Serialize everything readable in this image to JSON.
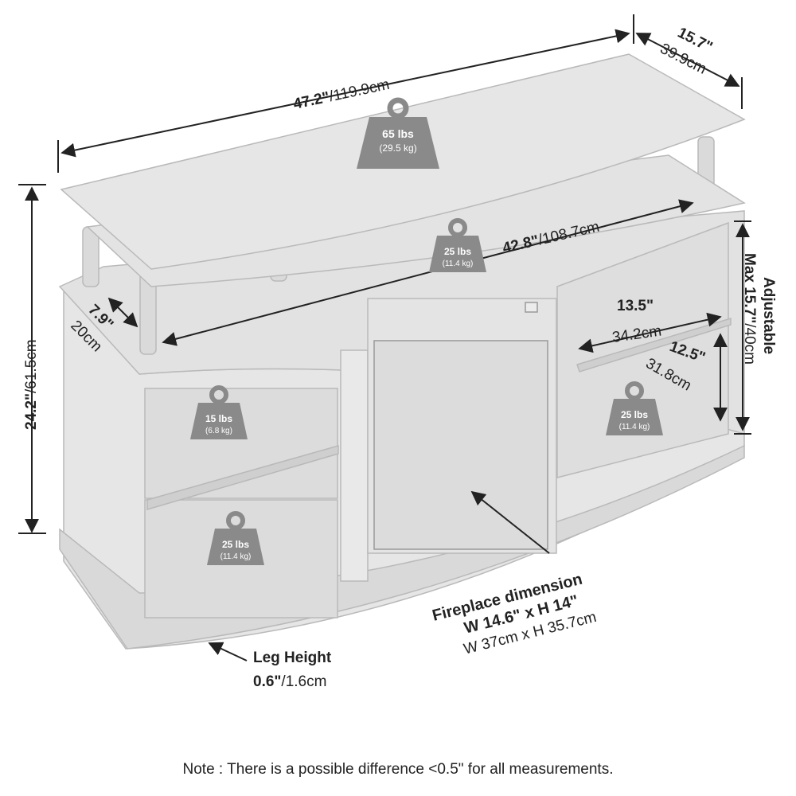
{
  "dimensions": {
    "width_in": "47.2\"",
    "width_cm": "/119.9cm",
    "depth_in": "15.7\"",
    "depth_cm": "39.9cm",
    "inner_width_in": "42.8\"",
    "inner_width_cm": "/108.7cm",
    "height_in": "24.2\"",
    "height_cm": "/61.5cm",
    "top_depth_in": "7.9\"",
    "top_depth_cm": "20cm",
    "adjustable_label": "Adjustable",
    "adjustable_max_in": "Max 15.7\"",
    "adjustable_max_cm": "/40cm",
    "shelf_width_in": "13.5\"",
    "shelf_width_cm": "34.2cm",
    "shelf_depth_in": "12.5\"",
    "shelf_depth_cm": "31.8cm"
  },
  "weights": {
    "top": {
      "lbs": "65 lbs",
      "kg": "(29.5 kg)"
    },
    "middle": {
      "lbs": "25 lbs",
      "kg": "(11.4 kg)"
    },
    "left_upper": {
      "lbs": "15 lbs",
      "kg": "(6.8 kg)"
    },
    "left_lower": {
      "lbs": "25 lbs",
      "kg": "(11.4 kg)"
    },
    "right": {
      "lbs": "25 lbs",
      "kg": "(11.4 kg)"
    }
  },
  "fireplace": {
    "title": "Fireplace dimension",
    "size_in": "W 14.6\" x H 14\"",
    "size_cm": "W 37cm x H 35.7cm"
  },
  "leg": {
    "title": "Leg Height",
    "height_in": "0.6\"",
    "height_cm": "/1.6cm"
  },
  "note": "Note : There is a possible difference <0.5\" for all measurements.",
  "colors": {
    "body": "#e6e6e6",
    "outline": "#b9b9b9",
    "weight_icon": "#8a8a8a",
    "arrow": "#222222"
  }
}
